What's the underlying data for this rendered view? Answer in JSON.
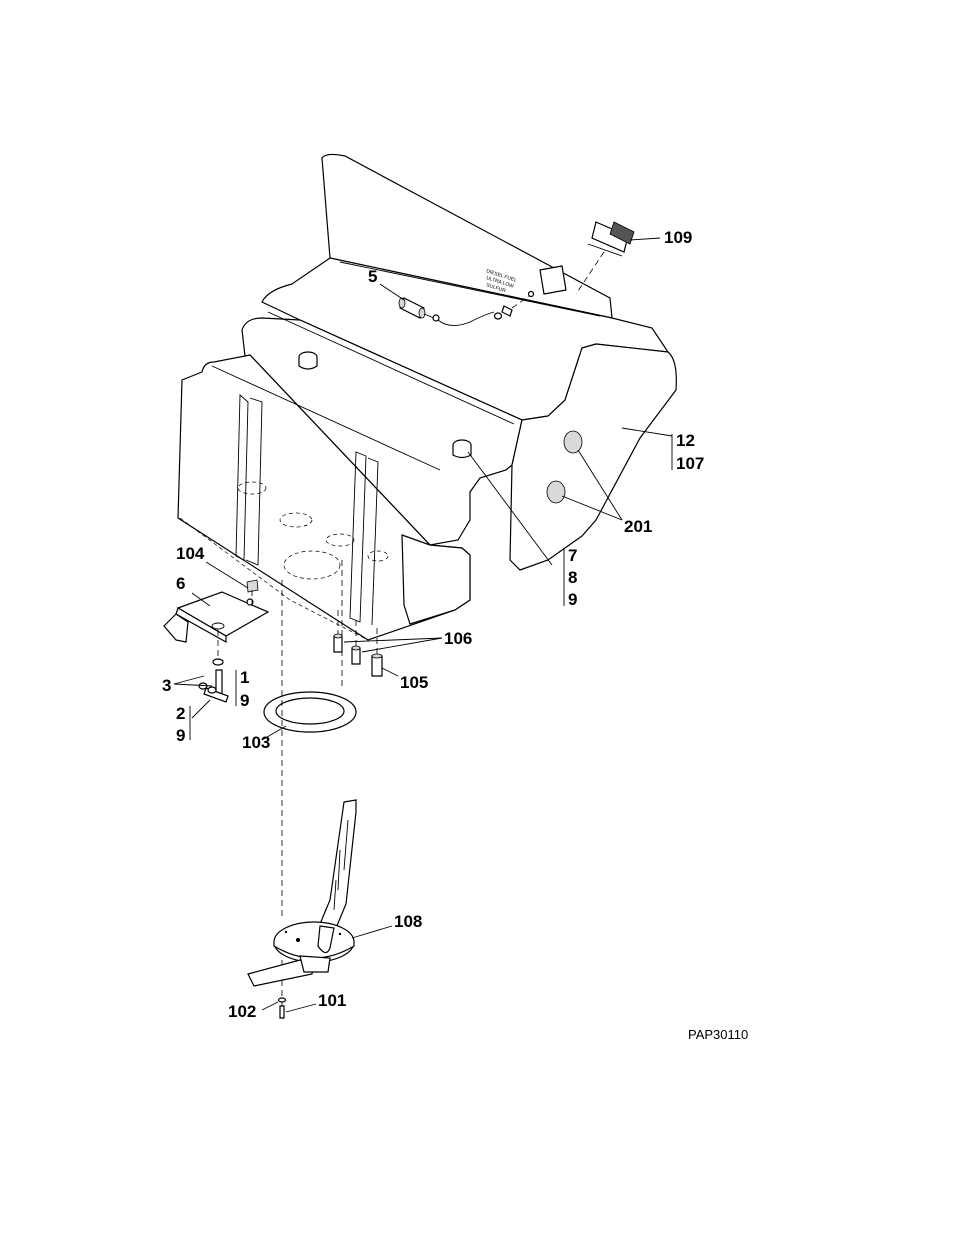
{
  "figure_id": "PAP30110",
  "decal_text": [
    "DIESEL FUEL",
    "ULTRA LOW",
    "SULFUR"
  ],
  "callouts": {
    "c109": "109",
    "c5": "5",
    "c12": "12",
    "c107": "107",
    "c201": "201",
    "c7": "7",
    "c8": "8",
    "c9a": "9",
    "c104": "104",
    "c6": "6",
    "c106": "106",
    "c105": "105",
    "c3": "3",
    "c1": "1",
    "c9b": "9",
    "c2": "2",
    "c9c": "9",
    "c103": "103",
    "c108": "108",
    "c102": "102",
    "c101": "101"
  }
}
